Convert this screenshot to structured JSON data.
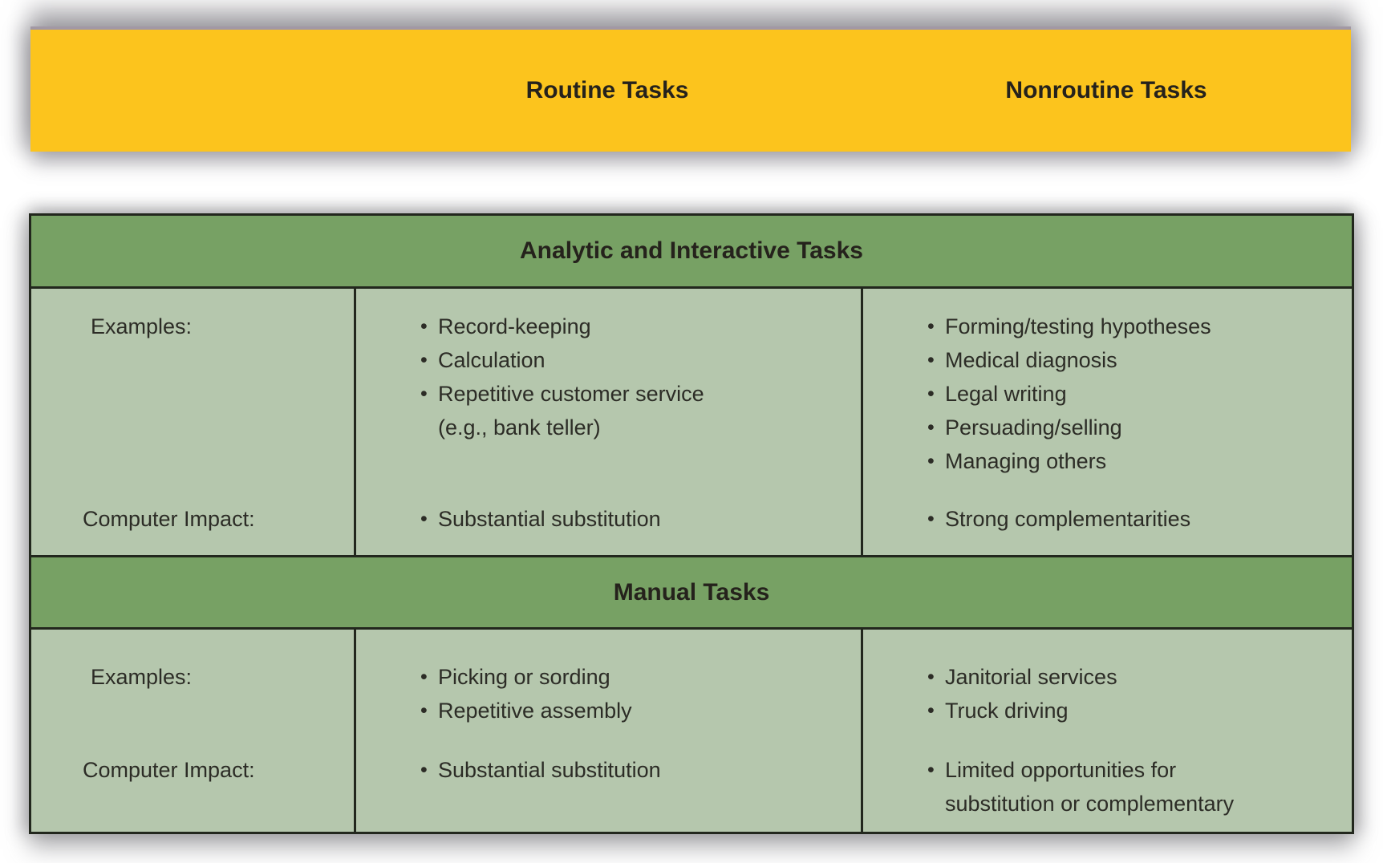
{
  "colors": {
    "page_bg": "#ffffff",
    "yellow": "#fcc41d",
    "band_border": "#a298a4",
    "dark_green": "#77a164",
    "light_green": "#b5c7ad",
    "line": "#22271d",
    "heading_text": "#25221c",
    "text": "#2c2c26"
  },
  "column_headers": {
    "routine": "Routine Tasks",
    "nonroutine": "Nonroutine Tasks"
  },
  "row_labels": {
    "examples": "Examples:",
    "computer_impact": "Computer Impact:"
  },
  "analytic_section": {
    "title": "Analytic and Interactive Tasks",
    "routine_examples": [
      "Record-keeping",
      "Calculation",
      "Repetitive customer service",
      "(e.g., bank teller)"
    ],
    "nonroutine_examples": [
      "Forming/testing hypotheses",
      "Medical diagnosis",
      "Legal writing",
      "Persuading/selling",
      "Managing others"
    ],
    "routine_impact": "Substantial substitution",
    "nonroutine_impact": "Strong complementarities"
  },
  "manual_section": {
    "title": "Manual Tasks",
    "routine_examples": [
      "Picking or sording",
      "Repetitive assembly"
    ],
    "nonroutine_examples": [
      "Janitorial services",
      "Truck driving"
    ],
    "routine_impact": "Substantial substitution",
    "nonroutine_impact_lines": [
      "Limited opportunities for",
      "substitution or complementary"
    ]
  }
}
